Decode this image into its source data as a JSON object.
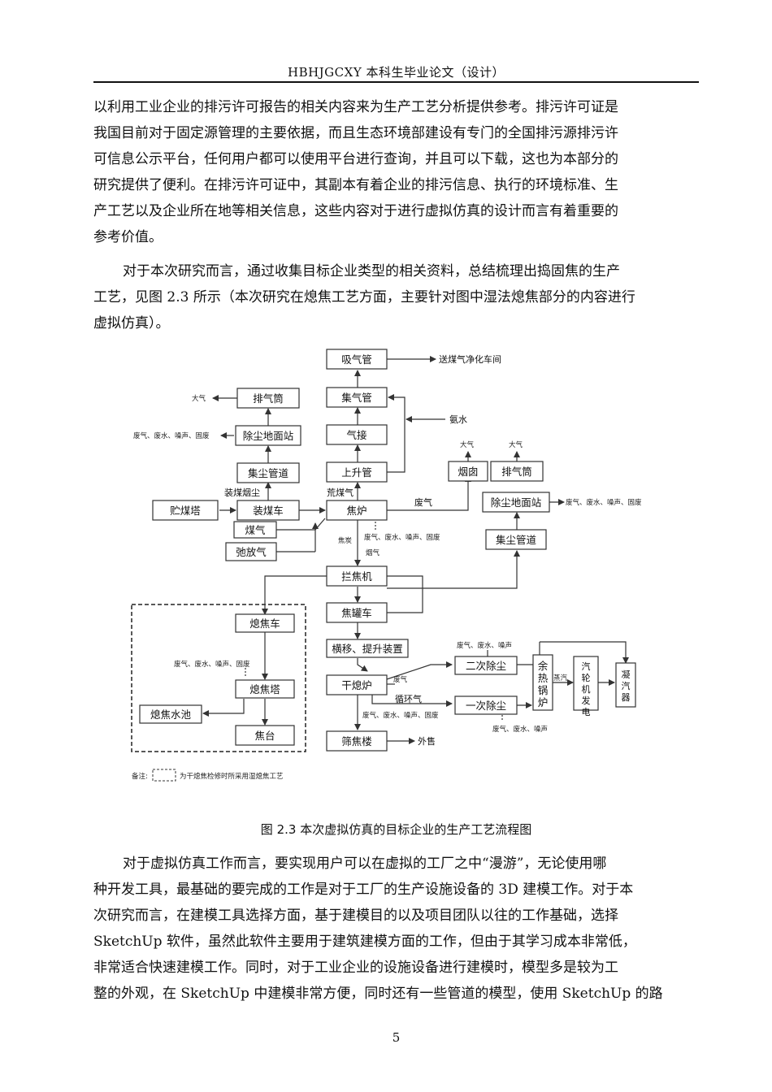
{
  "header": {
    "title": "HBHJGCXY 本科生毕业论文（设计）"
  },
  "paragraphs": {
    "p1": [
      "以利用工业企业的排污许可报告的相关内容来为生产工艺分析提供参考。排污许可证是",
      "我国目前对于固定源管理的主要依据，而且生态环境部建设有专门的全国排污源排污许",
      "可信息公示平台，任何用户都可以使用平台进行查询，并且可以下载，这也为本部分的",
      "研究提供了便利。在排污许可证中，其副本有着企业的排污信息、执行的环境标准、生",
      "产工艺以及企业所在地等相关信息，这些内容对于进行虚拟仿真的设计而言有着重要的",
      "参考价值。"
    ],
    "p2": [
      "对于本次研究而言，通过收集目标企业类型的相关资料，总结梳理出捣固焦的生产",
      "工艺，见图 2.3 所示（本次研究在熄焦工艺方面，主要针对图中湿法熄焦部分的内容进行",
      "虚拟仿真）。"
    ],
    "p3": [
      "对于虚拟仿真工作而言，要实现用户可以在虚拟的工厂之中“漫游”，无论使用哪",
      "种开发工具，最基础的要完成的工作是对于工厂的生产设施设备的 3D 建模工作。对于本",
      "次研究而言，在建模工具选择方面，基于建模目的以及项目团队以往的工作基础，选择",
      "SketchUp 软件，虽然此软件主要用于建筑建模方面的工作，但由于其学习成本非常低，",
      "非常适合快速建模工作。同时，对于工业企业的设施设备进行建模时，模型多是较为工",
      "整的外观，在 SketchUp 中建模非常方便，同时还有一些管道的模型，使用 SketchUp 的路"
    ]
  },
  "figure": {
    "caption": "图 2.3    本次虚拟仿真的目标企业的生产工艺流程图",
    "boxes": {
      "xiqiguan": "吸气管",
      "jiqiguan": "集气管",
      "qijie": "气接",
      "shangshengguan": "上升管",
      "jiaolu": "焦炉",
      "paiqitong_l": "排气筒",
      "chuchen_l": "除尘地面站",
      "jichen_l": "集尘管道",
      "zhuangmeiche": "装煤车",
      "zhumeita": "贮煤塔",
      "meiqi": "煤气",
      "chifangqi": "弛放气",
      "yancong": "烟囱",
      "paiqitong_r": "排气筒",
      "chuchen_r": "除尘地面站",
      "jichen_r": "集尘管道",
      "lanjiaoji": "拦焦机",
      "jiaoguanche": "焦罐车",
      "xijiaoche": "熄焦车",
      "xijiaota": "熄焦塔",
      "xijiaoshuichi": "熄焦水池",
      "jiaotai": "焦台",
      "hengyi": "横移、提升装置",
      "ganxilu": "干熄炉",
      "erci": "二次除尘",
      "yici": "一次除尘",
      "shaijiaolou": "筛焦楼",
      "yure": "余热锅炉",
      "qilunji": "汽轮机发电",
      "ningqiqi": "凝汽器"
    },
    "labels": {
      "to_purify": "送煤气净化车间",
      "anshui": "氨水",
      "daqi_left": "大气",
      "daqi_r1": "大气",
      "daqi_r2": "大气",
      "waste_left": "废气、废水、噪声、固废",
      "waste_right": "废气、废水、噪声、固废",
      "zhuangmei_yanchen": "装煤烟尘",
      "huangmeiqi": "荒煤气",
      "feiqi_main": "废气",
      "waste_jiaolu": "废气、废水、噪声、固废",
      "jiaotan": "焦炭",
      "yanqi": "烟气",
      "waste_xijiaota": "废气、废水、噪声、固废",
      "waste_erci": "废气、废水、噪声",
      "feiqi_ganxi": "废气",
      "xunhuanqi": "循环气",
      "waste_ganxi": "废气、废水、噪声、固废",
      "waste_yici": "废气、废水、噪声",
      "zhengqi": "蒸汽",
      "waishou": "外售",
      "note_prefix": "备注:",
      "note_text": "为干熄焦检修时所采用湿熄焦工艺"
    }
  },
  "page_number": "5"
}
